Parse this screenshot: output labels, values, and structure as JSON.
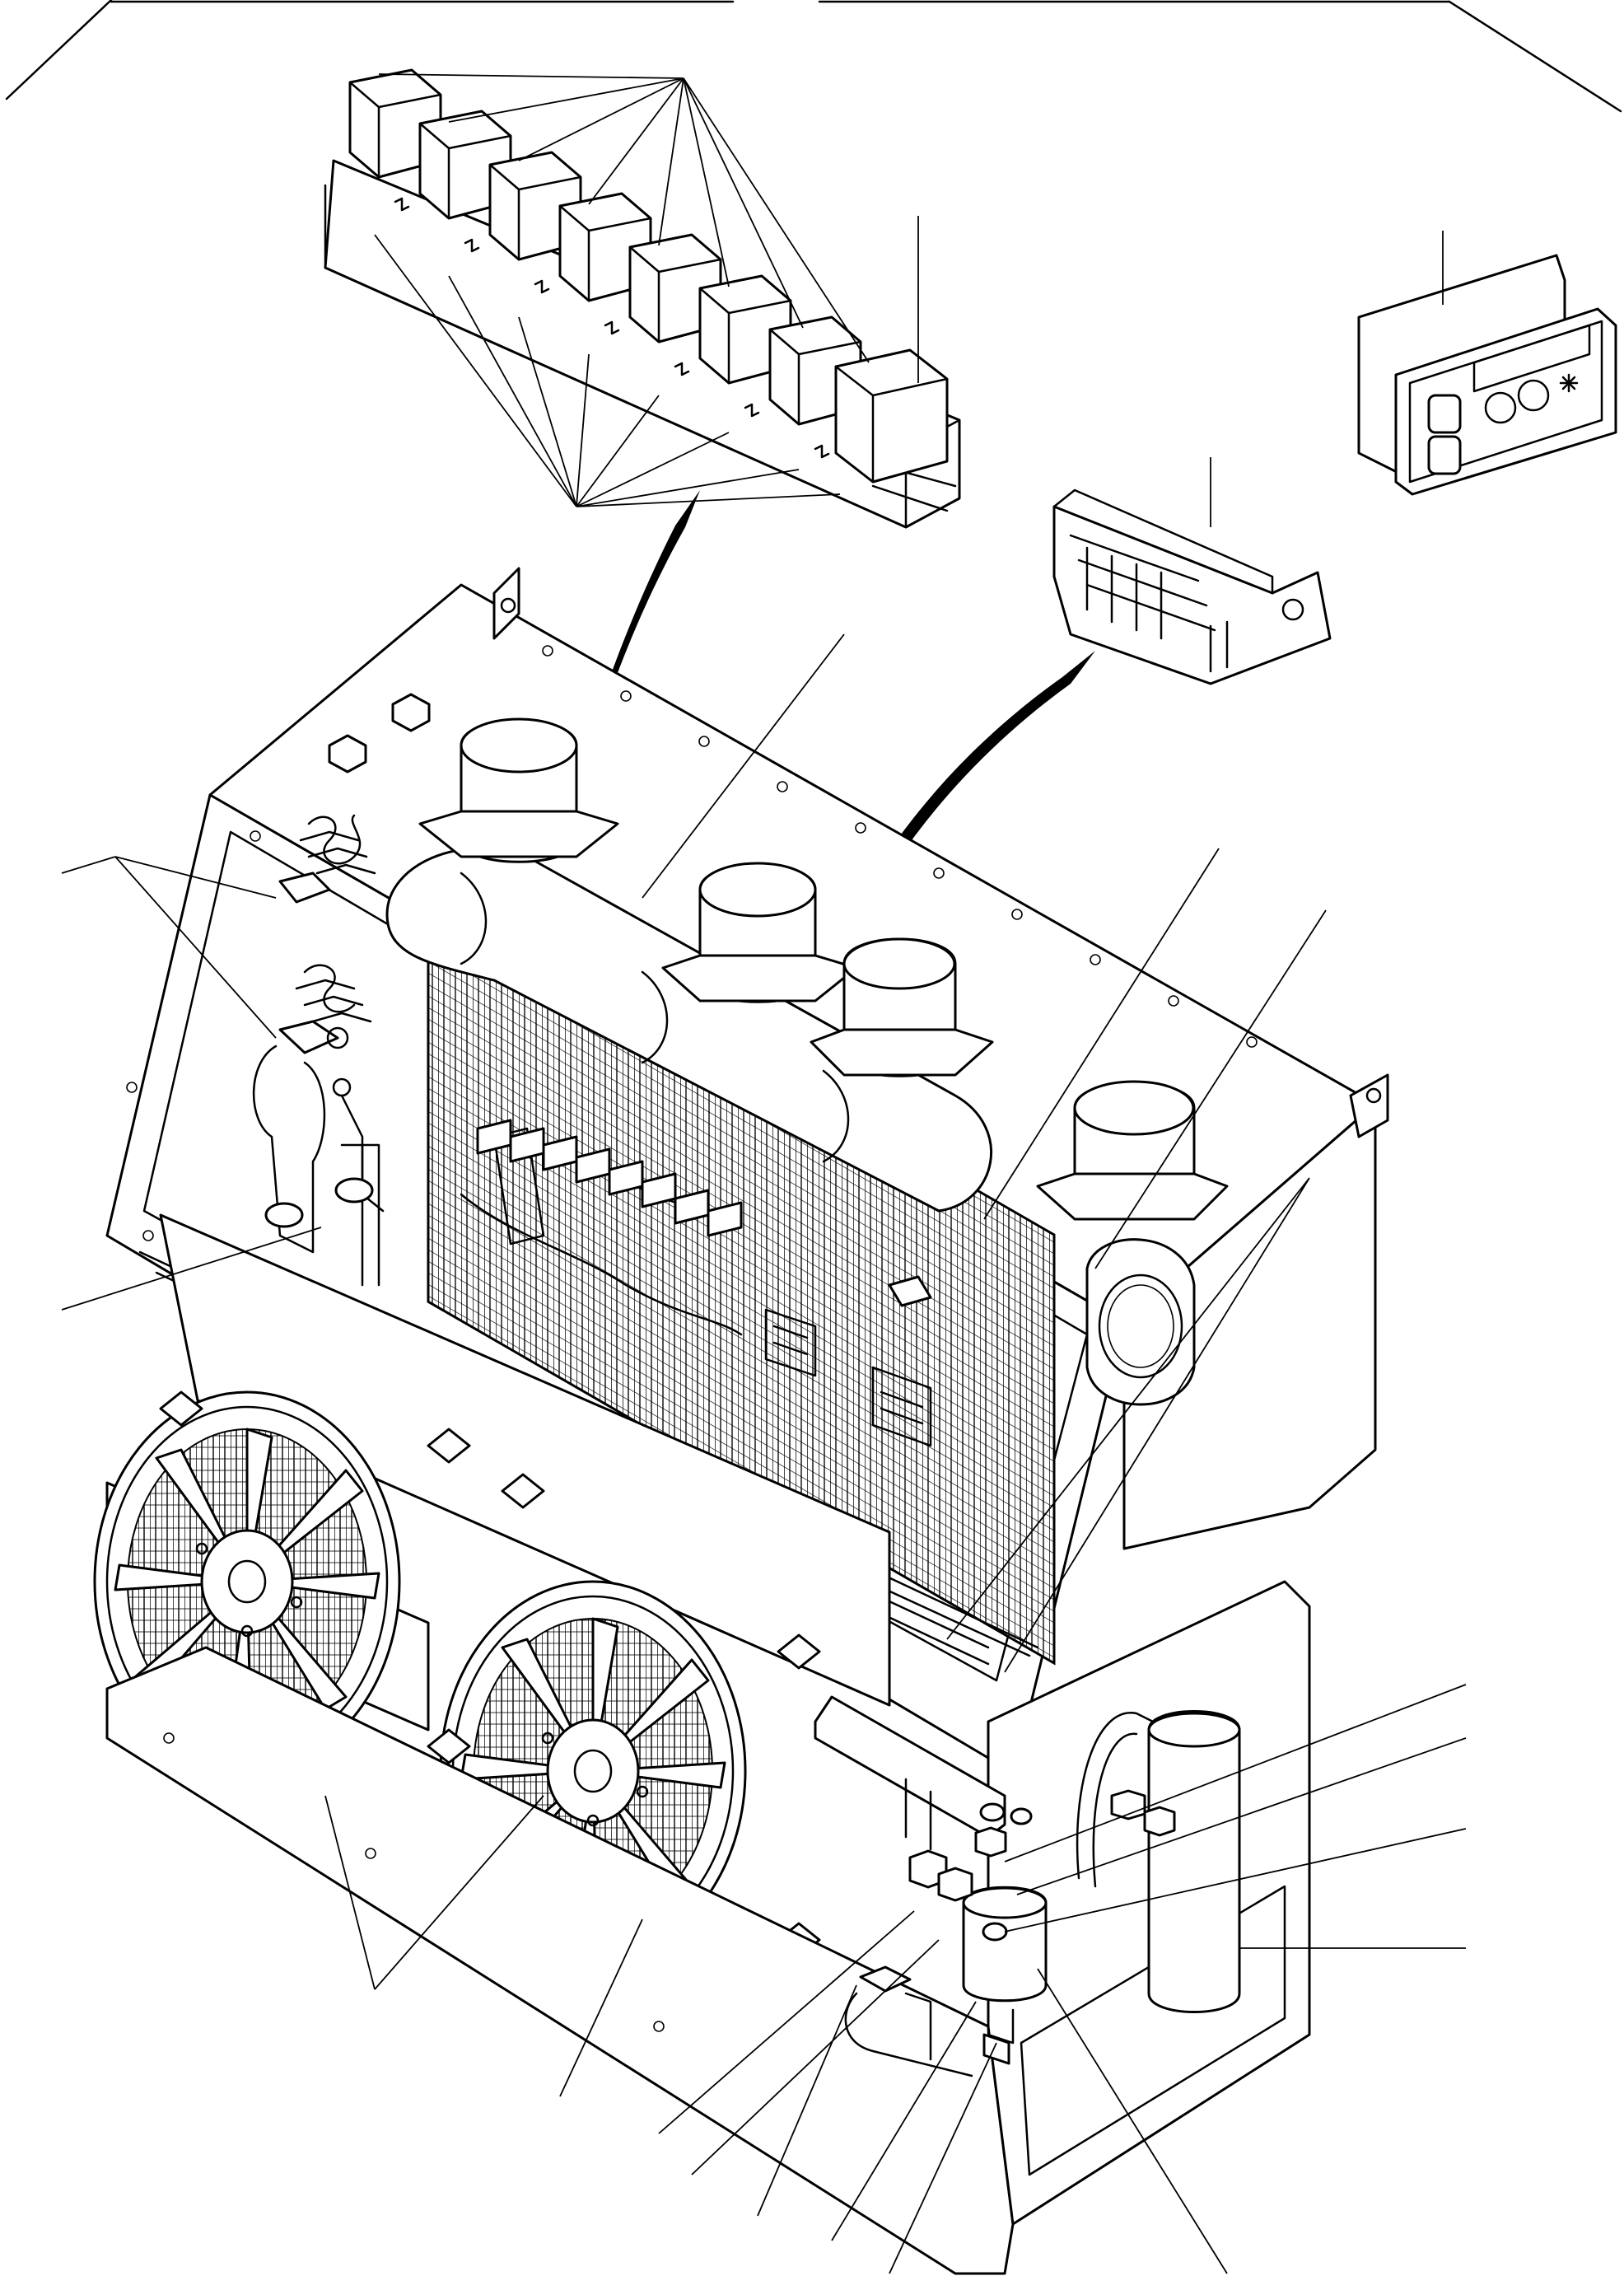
{
  "diagram": {
    "type": "exploded-parts-illustration",
    "text_labels": [],
    "components": [
      "relay-strip",
      "control-panel",
      "connector-block",
      "evaporator-housing",
      "blower-motor",
      "expansion-valve",
      "condenser-fan",
      "receiver-drier",
      "accumulator-tank",
      "pressure-switch",
      "service-valve"
    ],
    "callout_line_count": 17,
    "style": {
      "line_color": "#000000",
      "background": "#ffffff"
    }
  }
}
